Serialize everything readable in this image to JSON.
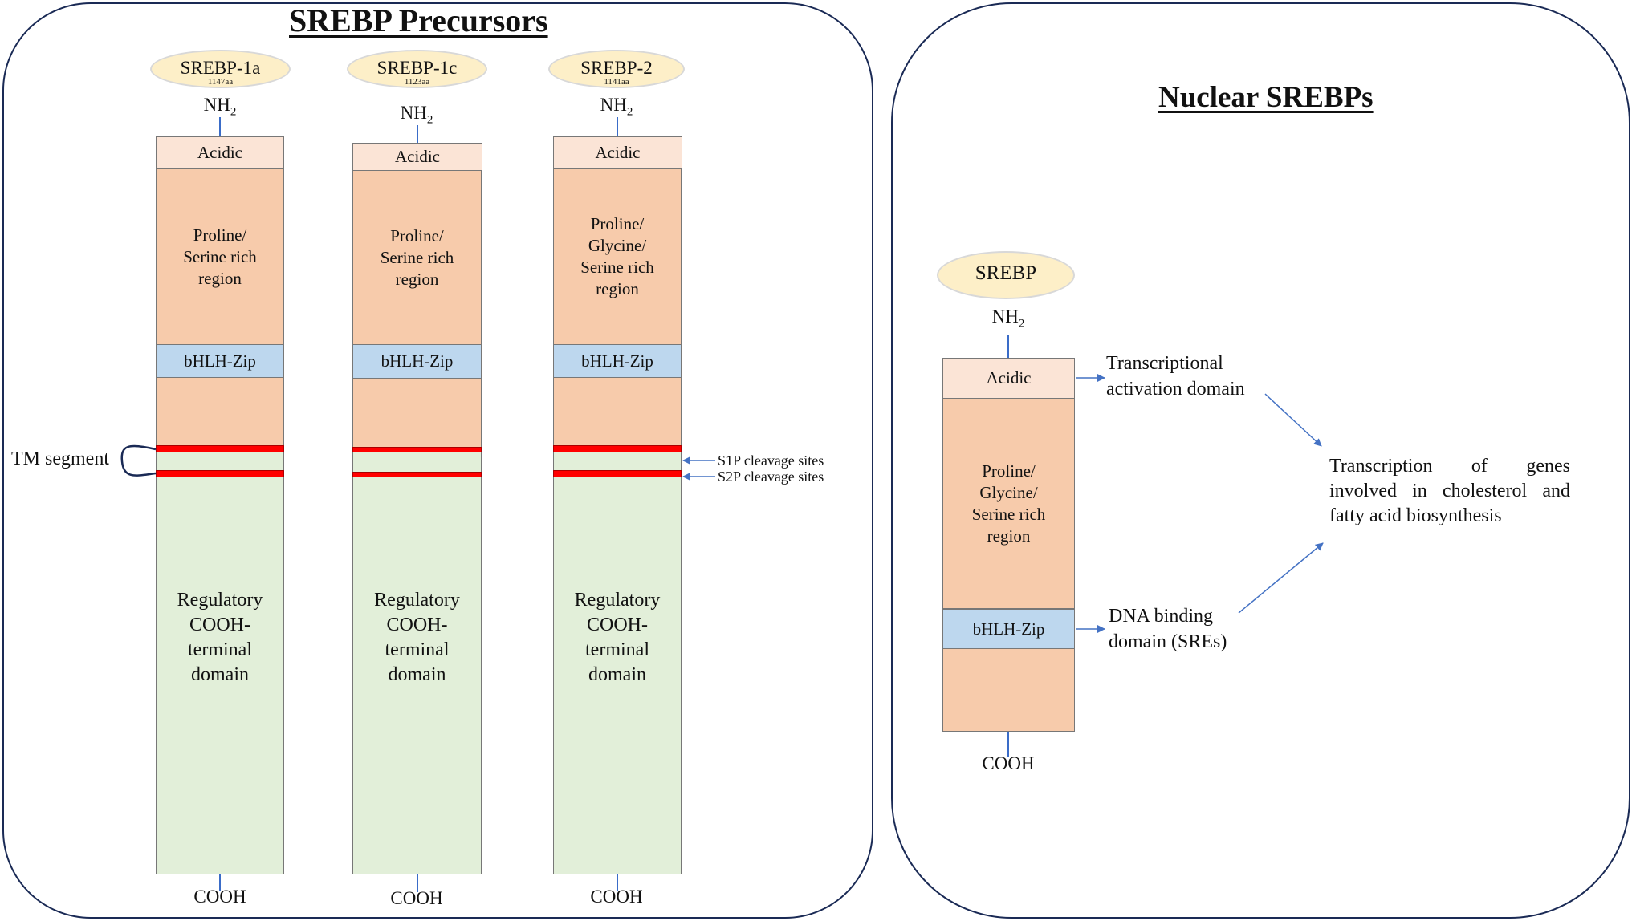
{
  "left_panel": {
    "title": "SREBP Precursors",
    "precursors": [
      {
        "name": "SREBP-1a",
        "length": "1147aa",
        "n_terminus": "NH",
        "n_subscript": "2",
        "acidic": "Acidic",
        "proline_region": "Proline/ Serine rich region",
        "bhlh": "bHLH-Zip",
        "regulatory": "Regulatory COOH-terminal domain",
        "c_terminus": "COOH"
      },
      {
        "name": "SREBP-1c",
        "length": "1123aa",
        "n_terminus": "NH",
        "n_subscript": "2",
        "acidic": "Acidic",
        "proline_region": "Proline/ Serine rich region",
        "bhlh": "bHLH-Zip",
        "regulatory": "Regulatory COOH-terminal domain",
        "c_terminus": "COOH"
      },
      {
        "name": "SREBP-2",
        "length": "1141aa",
        "n_terminus": "NH",
        "n_subscript": "2",
        "acidic": "Acidic",
        "proline_region": "Proline/ Glycine/ Serine rich region",
        "bhlh": "bHLH-Zip",
        "regulatory": "Regulatory COOH-terminal domain",
        "c_terminus": "COOH"
      }
    ],
    "tm_segment_label": "TM segment",
    "s1p_label": "S1P cleavage sites",
    "s2p_label": "S2P cleavage sites"
  },
  "right_panel": {
    "title": "Nuclear SREBPs",
    "protein": {
      "name": "SREBP",
      "n_terminus": "NH",
      "n_subscript": "2",
      "acidic": "Acidic",
      "proline_region": "Proline/ Glycine/ Serine rich region",
      "bhlh": "bHLH-Zip",
      "c_terminus": "COOH"
    },
    "acidic_function": "Transcriptional activation domain",
    "bhlh_function": "DNA binding domain (SREs)",
    "outcome": "Transcription of genes involved in cholesterol and fatty acid biosynthesis"
  },
  "colors": {
    "acidic": "#fbe4d6",
    "proline": "#f7cbab",
    "bhlh": "#bdd7ee",
    "regulatory": "#e2efd9",
    "cleavage": "#ff0000",
    "arrow": "#4472c4",
    "panel_border": "#1a2a55",
    "label_ellipse": "#fdefc8"
  }
}
